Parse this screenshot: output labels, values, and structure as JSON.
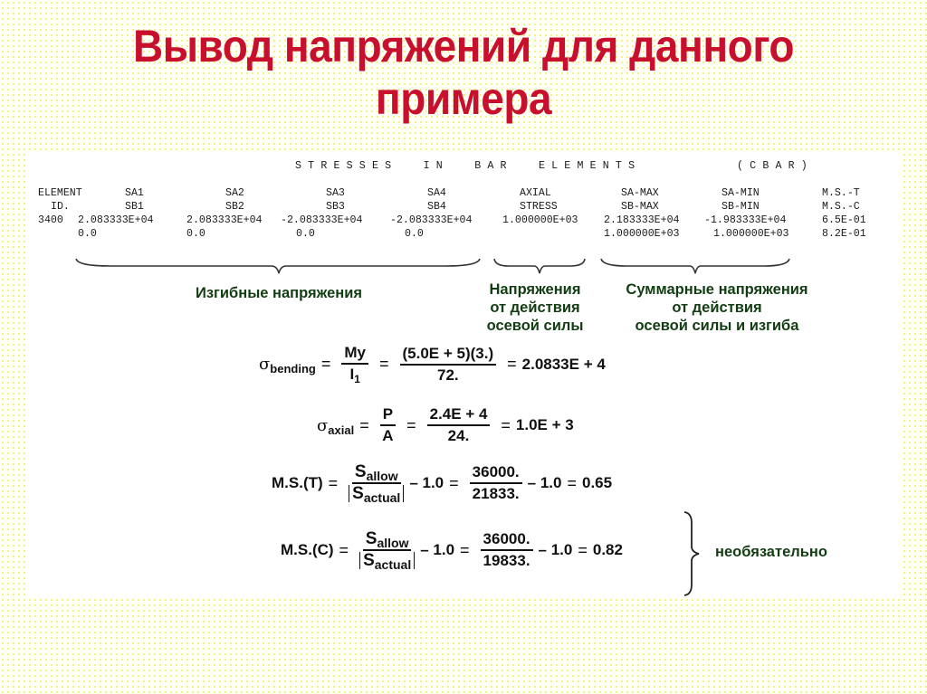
{
  "title": {
    "line1": "Вывод напряжений для данного",
    "line2": "примера",
    "color": "#c8102e"
  },
  "output_table": {
    "header": "STRESSES  IN  BAR  ELEMENTS",
    "header_suffix": "(CBAR)",
    "columns_row1": [
      "ELEMENT",
      "SA1",
      "SA2",
      "SA3",
      "SA4",
      "AXIAL",
      "SA-MAX",
      "SA-MIN",
      "M.S.-T"
    ],
    "columns_row2": [
      "ID.",
      "SB1",
      "SB2",
      "SB3",
      "SB4",
      "STRESS",
      "SB-MAX",
      "SB-MIN",
      "M.S.-C"
    ],
    "data_row1": [
      "3400",
      "2.083333E+04",
      "2.083333E+04",
      "-2.083333E+04",
      "-2.083333E+04",
      "1.000000E+03",
      "2.183333E+04",
      "-1.983333E+04",
      "6.5E-01"
    ],
    "data_row2": [
      "",
      "0.0",
      "0.0",
      "0.0",
      "0.0",
      "",
      "1.000000E+03",
      "1.000000E+03",
      "8.2E-01"
    ]
  },
  "annotations": {
    "bending": "Изгибные напряжения",
    "axial_line1": "Напряжения",
    "axial_line2": "от действия",
    "axial_line3": "осевой силы",
    "combined_line1": "Суммарные напряжения",
    "combined_line2": "от действия",
    "combined_line3": "осевой силы и изгиба",
    "optional": "необязательно",
    "color": "#123d12"
  },
  "equations": {
    "bending": {
      "symbol": "σ",
      "subscript": "bending",
      "frac1_num": "My",
      "frac1_den": "I",
      "frac1_den_sub": "1",
      "frac2_num": "(5.0E + 5)(3.)",
      "frac2_den": "72.",
      "result": "2.0833E + 4"
    },
    "axial": {
      "symbol": "σ",
      "subscript": "axial",
      "frac1_num": "P",
      "frac1_den": "A",
      "frac2_num": "2.4E + 4",
      "frac2_den": "24.",
      "result": "1.0E + 3"
    },
    "ms_t": {
      "lhs": "M.S.(T)",
      "num": "S",
      "num_sub": "allow",
      "den": "S",
      "den_sub": "actual",
      "minus": "– 1.0",
      "frac2_num": "36000.",
      "frac2_den": "21833.",
      "result": "0.65"
    },
    "ms_c": {
      "lhs": "M.S.(C)",
      "num": "S",
      "num_sub": "allow",
      "den": "S",
      "den_sub": "actual",
      "minus": "– 1.0",
      "frac2_num": "36000.",
      "frac2_den": "19833.",
      "result": "0.82"
    },
    "equals": "=",
    "minus_one": "– 1.0"
  }
}
